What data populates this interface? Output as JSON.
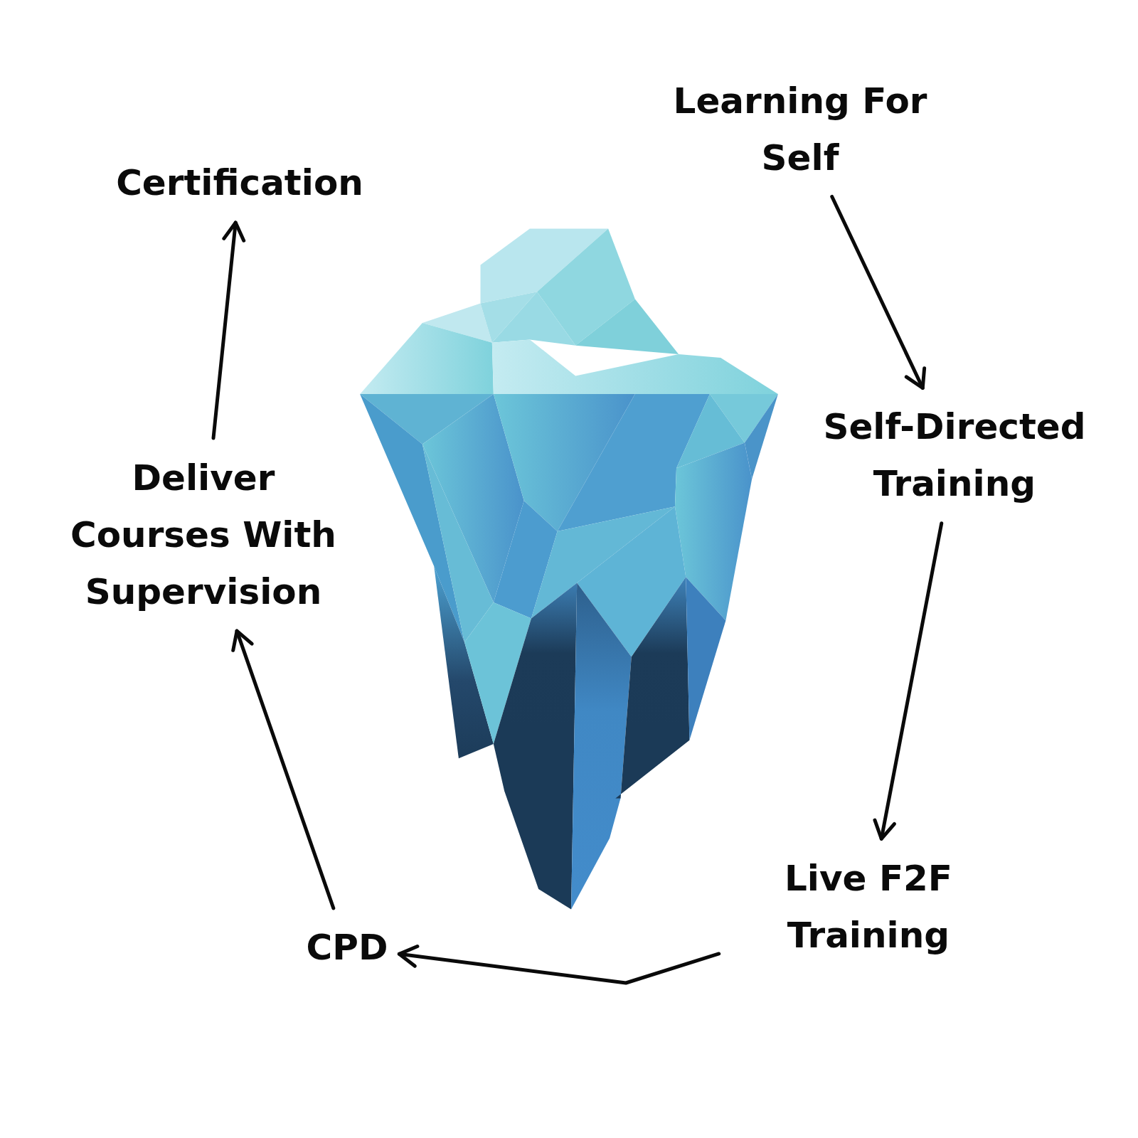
{
  "diagram": {
    "nodes": [
      {
        "text": [
          "Learning For Self"
        ]
      },
      {
        "text": [
          "Self-Directed Training"
        ]
      },
      {
        "text": [
          "Live F2F Training"
        ]
      },
      {
        "text": [
          "CPD"
        ]
      },
      {
        "text": [
          "Deliver Courses With Supervision"
        ]
      },
      {
        "text": [
          "Certification"
        ]
      }
    ],
    "edges": [
      {
        "from": 0,
        "to": 1,
        "arrow": "to"
      },
      {
        "from": 1,
        "to": 2,
        "arrow": "to"
      },
      {
        "from": 2,
        "to": 3,
        "arrow": "to"
      },
      {
        "from": 3,
        "to": 4,
        "arrow": "to"
      },
      {
        "from": 4,
        "to": 5,
        "arrow": "to"
      }
    ]
  }
}
